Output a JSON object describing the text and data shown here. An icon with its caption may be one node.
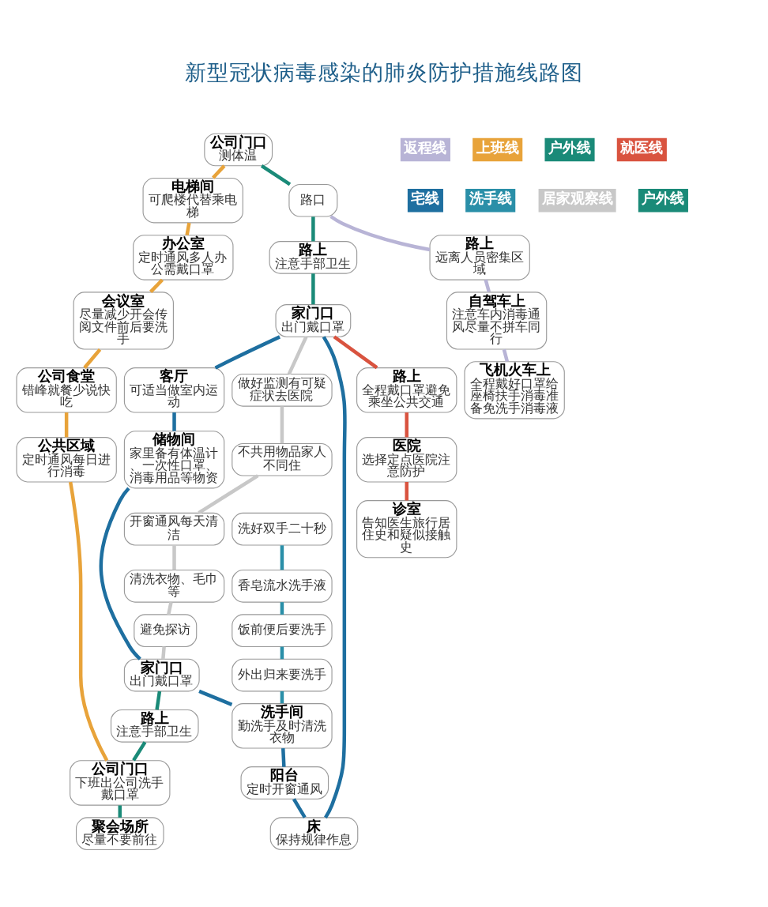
{
  "diagram": {
    "title": "新型冠状病毒感染的肺炎防护措施线路图",
    "nodes": [
      {
        "text": [
          "公司门口",
          "测体温"
        ]
      },
      {
        "text": [
          "电梯间",
          "可爬楼代替乘电梯"
        ]
      },
      {
        "text": [
          "办公室",
          "定时通风多人办公需戴口罩"
        ]
      },
      {
        "text": [
          "会议室",
          "尽量减少开会传阅文件前后要洗手"
        ]
      },
      {
        "text": [
          "公司食堂",
          "错峰就餐少说快吃"
        ]
      },
      {
        "text": [
          "公共区域",
          "定时通风每日进行消毒"
        ]
      },
      {
        "text": [
          "公司门口",
          "下班出公司洗手戴口罩"
        ]
      },
      {
        "text": [
          "飞机火车上",
          "全程戴好口罩给座椅扶手消毒准备免洗手消毒液"
        ]
      },
      {
        "text": [
          "自驾车上",
          "注意车内消毒通风尽量不拼车同行"
        ]
      },
      {
        "text": [
          "路上",
          "远离人员密集区域"
        ]
      },
      {
        "text": [
          "路口"
        ]
      },
      {
        "text": [
          "路上",
          "注意手部卫生"
        ]
      },
      {
        "text": [
          "家门口",
          "出门戴口罩"
        ]
      },
      {
        "text": [
          "路上",
          "全程戴口罩避免乘坐公共交通"
        ]
      },
      {
        "text": [
          "医院",
          "选择定点医院注意防护"
        ]
      },
      {
        "text": [
          "诊室",
          "告知医生旅行居住史和疑似接触史"
        ]
      },
      {
        "text": [
          "客厅",
          "可适当做室内运动"
        ]
      },
      {
        "text": [
          "储物间",
          "家里备有体温计、一次性口罩、消毒用品等物资"
        ]
      },
      {
        "text": [
          "洗手间",
          "勤洗手及时清洗衣物"
        ]
      },
      {
        "text": [
          "阳台",
          "定时开窗通风"
        ]
      },
      {
        "text": [
          "床",
          "保持规律作息"
        ]
      },
      {
        "text": [
          "洗好双手二十秒"
        ]
      },
      {
        "text": [
          "香皂流水洗手液"
        ]
      },
      {
        "text": [
          "饭前便后要洗手"
        ]
      },
      {
        "text": [
          "外出归来要洗手"
        ]
      },
      {
        "text": [
          "做好监测有可疑症状去医院"
        ]
      },
      {
        "text": [
          "不共用物品家人不同住"
        ]
      },
      {
        "text": [
          "开窗通风每天清洁"
        ]
      },
      {
        "text": [
          "清洗衣物、毛巾等"
        ]
      },
      {
        "text": [
          "避免探访"
        ]
      },
      {
        "text": [
          "家门口",
          "出门戴口罩"
        ]
      },
      {
        "text": [
          "路上",
          "注意手部卫生"
        ]
      },
      {
        "text": [
          "聚会场所",
          "尽量不要前往"
        ]
      }
    ],
    "edges": [
      {
        "from": 0,
        "to": 1,
        "arrow": "none",
        "color": "#e8a33a"
      },
      {
        "from": 1,
        "to": 2,
        "arrow": "none",
        "color": "#e8a33a"
      },
      {
        "from": 2,
        "to": 3,
        "arrow": "none",
        "color": "#e8a33a"
      },
      {
        "from": 3,
        "to": 4,
        "arrow": "none",
        "color": "#e8a33a"
      },
      {
        "from": 4,
        "to": 5,
        "arrow": "none",
        "color": "#e8a33a"
      },
      {
        "from": 5,
        "to": 6,
        "arrow": "none",
        "color": "#e8a33a"
      },
      {
        "from": 0,
        "to": 10,
        "arrow": "none",
        "color": "#1a8a78"
      },
      {
        "from": 10,
        "to": 11,
        "arrow": "none",
        "color": "#1a8a78"
      },
      {
        "from": 11,
        "to": 12,
        "arrow": "none",
        "color": "#1a8a78"
      },
      {
        "from": 10,
        "to": 9,
        "arrow": "none",
        "color": "#b8b4d6"
      },
      {
        "from": 9,
        "to": 8,
        "arrow": "none",
        "color": "#b8b4d6"
      },
      {
        "from": 8,
        "to": 7,
        "arrow": "none",
        "color": "#b8b4d6"
      },
      {
        "from": 12,
        "to": 13,
        "arrow": "none",
        "color": "#d9533f"
      },
      {
        "from": 13,
        "to": 14,
        "arrow": "none",
        "color": "#d9533f"
      },
      {
        "from": 14,
        "to": 15,
        "arrow": "none",
        "color": "#d9533f"
      },
      {
        "from": 12,
        "to": 16,
        "arrow": "none",
        "color": "#1e6fa0"
      },
      {
        "from": 16,
        "to": 17,
        "arrow": "none",
        "color": "#1e6fa0"
      },
      {
        "from": 17,
        "to": 30,
        "arrow": "none",
        "color": "#1e6fa0"
      },
      {
        "from": 30,
        "to": 18,
        "arrow": "none",
        "color": "#1e6fa0"
      },
      {
        "from": 18,
        "to": 19,
        "arrow": "none",
        "color": "#1e6fa0"
      },
      {
        "from": 19,
        "to": 20,
        "arrow": "none",
        "color": "#1e6fa0"
      },
      {
        "from": 20,
        "to": 12,
        "arrow": "none",
        "color": "#1e6fa0"
      },
      {
        "from": 21,
        "to": 22,
        "arrow": "none",
        "color": "#2a8fa8"
      },
      {
        "from": 22,
        "to": 23,
        "arrow": "none",
        "color": "#2a8fa8"
      },
      {
        "from": 23,
        "to": 24,
        "arrow": "none",
        "color": "#2a8fa8"
      },
      {
        "from": 24,
        "to": 18,
        "arrow": "none",
        "color": "#2a8fa8"
      },
      {
        "from": 12,
        "to": 25,
        "arrow": "none",
        "color": "#c8c8c8"
      },
      {
        "from": 25,
        "to": 26,
        "arrow": "none",
        "color": "#c8c8c8"
      },
      {
        "from": 26,
        "to": 27,
        "arrow": "none",
        "color": "#c8c8c8"
      },
      {
        "from": 27,
        "to": 28,
        "arrow": "none",
        "color": "#c8c8c8"
      },
      {
        "from": 28,
        "to": 29,
        "arrow": "none",
        "color": "#c8c8c8"
      },
      {
        "from": 29,
        "to": 30,
        "arrow": "none",
        "color": "#c8c8c8"
      },
      {
        "from": 30,
        "to": 31,
        "arrow": "none",
        "color": "#1a8a78"
      },
      {
        "from": 31,
        "to": 6,
        "arrow": "none",
        "color": "#1a8a78"
      },
      {
        "from": 6,
        "to": 32,
        "arrow": "none",
        "color": "#1a8a78"
      }
    ],
    "legend": [
      {
        "text": "返程线",
        "color": "#b8b4d6"
      },
      {
        "text": "上班线",
        "color": "#e8a33a"
      },
      {
        "text": "户外线",
        "color": "#1a8a78"
      },
      {
        "text": "就医线",
        "color": "#d9533f"
      },
      {
        "text": "宅线",
        "color": "#1e6fa0"
      },
      {
        "text": "洗手线",
        "color": "#2a8fa8"
      },
      {
        "text": "居家观察线",
        "color": "#c8c8c8"
      },
      {
        "text": "户外线",
        "color": "#1a8a78"
      }
    ]
  }
}
